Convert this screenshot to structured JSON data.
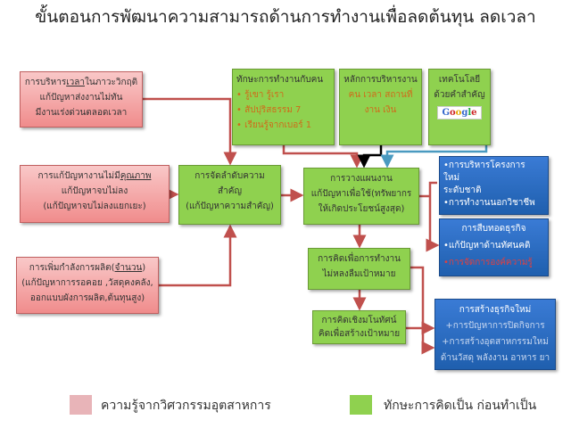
{
  "title": "ขั้นตอนการพัฒนาความสามารถด้านการทำงานเพื่อลดต้นทุน ลดเวลา",
  "pink_boxes": [
    {
      "pre": "การบริหาร",
      "em": "เวลา",
      "post": "ในภาวะวิกฤติ",
      "l2": "แก้ปัญหาส่งงานไม่ทัน",
      "l3": "มีงานเร่งด่วนตลอดเวลา"
    },
    {
      "pre": "การแก้ปัญหางานไม่มี",
      "em": "คุณภาพ",
      "post": "",
      "l2": "แก้ปัญหาจบไม่ลง",
      "l3": "(แก้ปัญหาจบไม่ลงแยกเยะ)"
    },
    {
      "pre": "การเพิ่มกำลังการผลิต(",
      "em": "จำนวน",
      "post": ")",
      "l2": "(แก้ปัญหาการรอคอย ,วัสดุคงคลัง,",
      "l3": "ออกแบบผังการผลิต,ต้นทุนสูง)"
    }
  ],
  "priority_box": {
    "l1": "การจัดลำดับความสำคัญ",
    "l2": "(แก้ปัญหาความสำคัญ)"
  },
  "skills_box": {
    "heading": "ทักษะการทำงานกับคน",
    "items": [
      "• รู้เขา รู้เรา",
      "• สัปปุริสธรรม 7",
      "• เรียนรู้จากเบอร์ 1"
    ]
  },
  "mgmt_box": {
    "heading": "หลักการบริหารงาน",
    "l2": "คน เวลา สถานที่",
    "l3": "งาน เงิน"
  },
  "tech_box": {
    "l1": "เทคโนโลยี",
    "l2": "ด้วยคำสำคัญ",
    "logo": "Google"
  },
  "planning_box": {
    "l1": "การวางแผนงาน",
    "l2": "แก้ปัญหาเพื่อใช้(ทรัพยากร",
    "l3": "ให้เกิดประโยชน์สูงสุด)"
  },
  "thinking_box": {
    "l1": "การคิดเพื่อการทำงาน",
    "l2": "ไม่หลงลืมเป้าหมาย"
  },
  "vision_box": {
    "l1": "การคิดเชิงมโนทัศน์",
    "l2": "คิดเพื่อสร้างเป้าหมาย"
  },
  "blue_box_1": {
    "items": [
      "•การบริหารโครงการ",
      "ใหม่",
      "ระดับชาติ",
      "•การทำงานนอกวิชาชีพ"
    ]
  },
  "blue_box_2": {
    "heading": "การสืบทอดธุรกิจ",
    "items": [
      "•แก้ปัญหาด้านทัศนคติ",
      "•การจัดการองค์ความรู้"
    ]
  },
  "blue_box_3": {
    "heading": "การสร้างธุรกิจใหม่",
    "items": [
      "+การปัญหาการปิดกิจการ",
      "+การสร้างอุตสาหกรรมใหม่",
      "ด้านวัสดุ พลังงาน อาหาร ยา"
    ]
  },
  "legend": [
    {
      "label": "ความรู้จากวิศวกรรมอุตสาหการ",
      "color": "#e8b4b8"
    },
    {
      "label": "ทักษะการคิดเป็น ก่อนทำเป็น",
      "color": "#8fd14f"
    }
  ]
}
